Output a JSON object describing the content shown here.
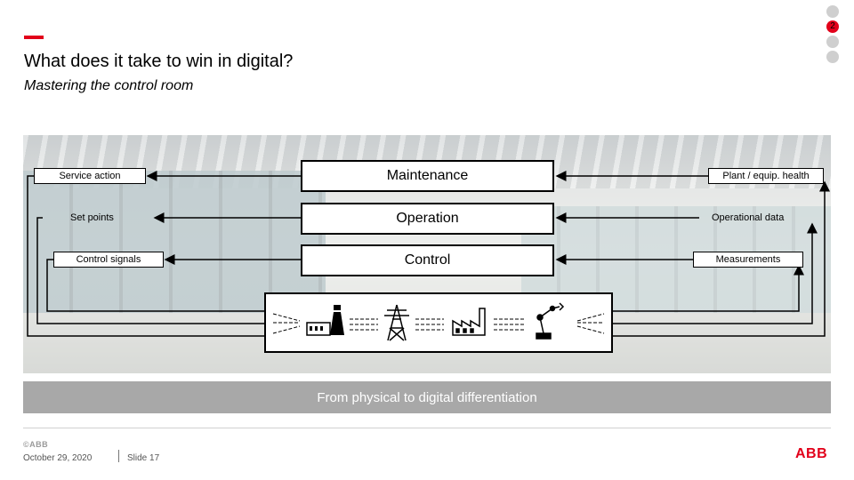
{
  "header": {
    "title": "What does it take to win in digital?",
    "subtitle": "Mastering the control room"
  },
  "nav": {
    "active_page": "2"
  },
  "diagram": {
    "left_labels": [
      "Service action",
      "Set points",
      "Control signals"
    ],
    "center_boxes": [
      "Maintenance",
      "Operation",
      "Control"
    ],
    "right_labels": [
      "Plant / equip. health",
      "Operational data",
      "Measurements"
    ]
  },
  "banner": {
    "text": "From physical to digital differentiation"
  },
  "footer": {
    "small_logo": "©ABB",
    "date": "October 29, 2020",
    "slide": "Slide 17",
    "logo": "ABB"
  },
  "colors": {
    "brand_red": "#e2001a",
    "banner_gray": "#a8a8a8"
  }
}
